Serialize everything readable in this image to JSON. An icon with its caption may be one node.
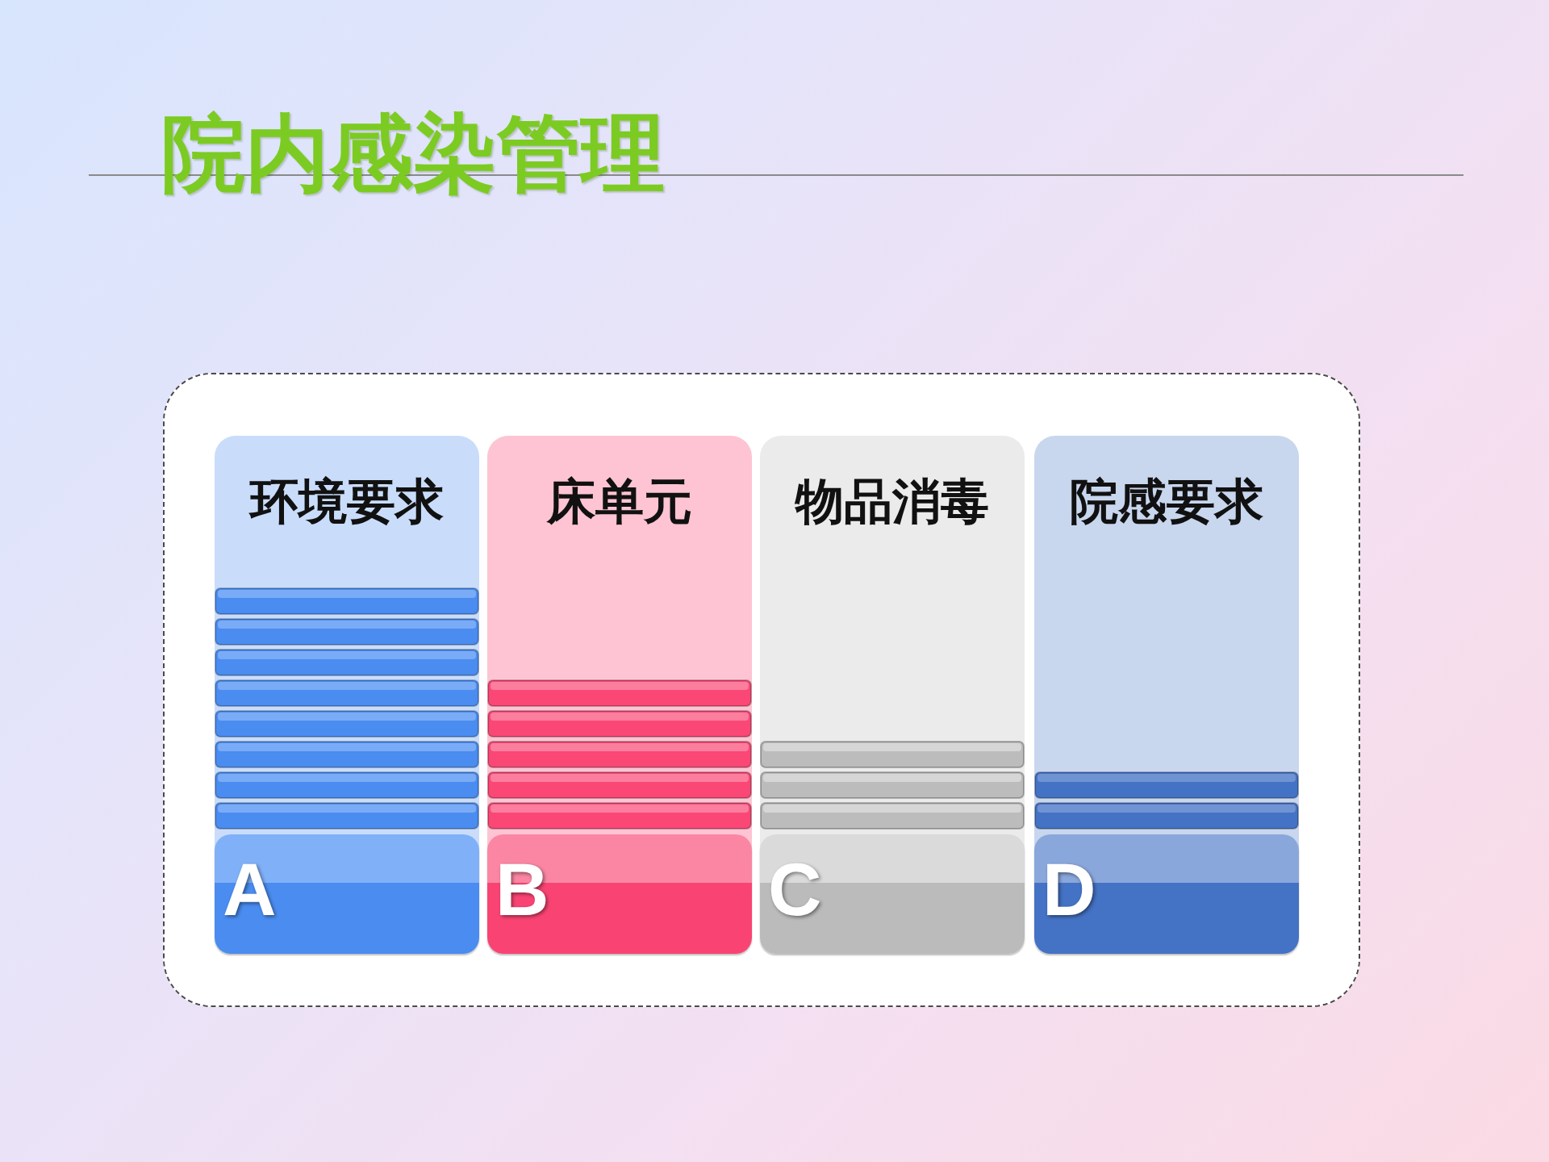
{
  "diagram": {
    "title": "院内感染管理",
    "nodes": [
      {
        "text": [],
        "shape": "box"
      },
      {
        "text": [
          "环境要求"
        ],
        "in": 0
      },
      {
        "text": [
          "A"
        ],
        "in": 1
      },
      {
        "text": [
          "床单元"
        ],
        "in": 0
      },
      {
        "text": [
          "B"
        ],
        "in": 3
      },
      {
        "text": [
          "物品消毒"
        ],
        "in": 0
      },
      {
        "text": [
          "C"
        ],
        "in": 5
      },
      {
        "text": [
          "院感要求"
        ],
        "in": 0
      },
      {
        "text": [
          "D"
        ],
        "in": 7
      }
    ]
  }
}
